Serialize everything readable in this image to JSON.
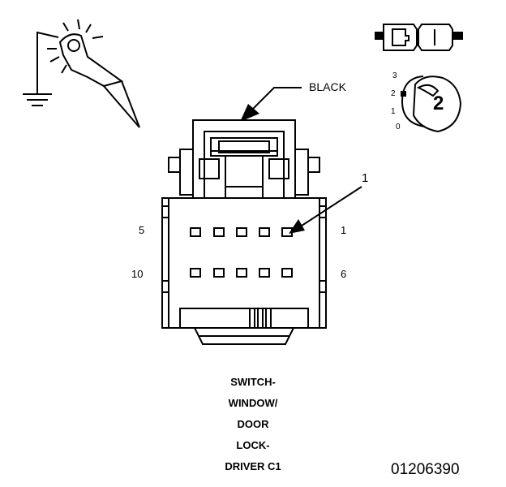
{
  "connector": {
    "color_label": "BLACK",
    "callout": "1",
    "pins": {
      "top_left": "5",
      "top_right": "1",
      "bottom_left": "10",
      "bottom_right": "6"
    },
    "title_lines": [
      "SWITCH-",
      "WINDOW/",
      "DOOR",
      "LOCK-",
      "DRIVER C1"
    ]
  },
  "switch_positions": {
    "labels": [
      "3",
      "2",
      "1",
      "0"
    ],
    "number": "2"
  },
  "figure_number": "01206390",
  "icons": [
    "test-probe-ground-icon",
    "connector-plug-icon",
    "switch-position-icon"
  ]
}
